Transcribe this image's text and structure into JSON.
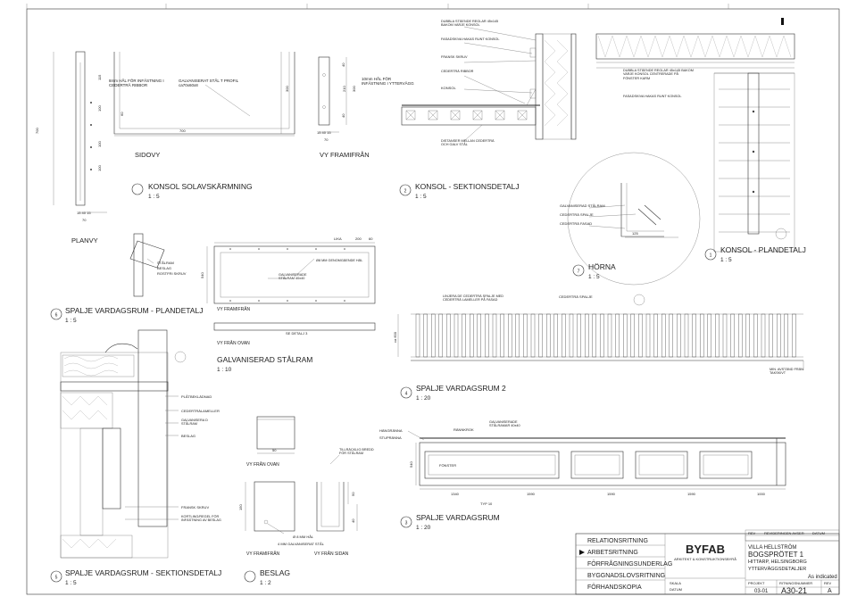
{
  "konsol": {
    "num": "2",
    "section_title": "KONSOL - SEKTIONSDETALJ",
    "section_scale": "1 : 5",
    "sol_title": "KONSOL SOLAVSKÄRMNING",
    "sol_scale": "1 : 5",
    "sidovy": "SIDOVY",
    "framifran": "VY FRAMIFRÅN",
    "planvy": "PLANVY",
    "notes": {
      "hal8": "8mm HÅL FÖR INFÄSTNING I CEDERTRÄ RIBBOR",
      "galv": "GALVANISERAT STÅL T PROFIL ca70x60x8",
      "hal10": "10mm HÅL FÖR INFÄSTNING I YTTERVÄGG",
      "dubbla": "DUBBLA STÅENDE REGLAR 45x145 BAKOM VARJE KONSOL",
      "fasad": "FASADSKIVA HAKAS RUNT KONSOL",
      "fransk": "FRANSK SKRUV",
      "cedertra": "CEDERTRÄ RIBBOR",
      "konsol": "KONSOL",
      "distanser": "DISTANSER MELLAN CEDERTRÄ OCH GALV STÅL"
    },
    "dims": {
      "d700": "700",
      "d300": "300",
      "d210": "210",
      "d70": "70",
      "d15": "15 40 15",
      "d100": "100",
      "d115": "115",
      "d60": "60",
      "d40": "40"
    }
  },
  "plandetalj": {
    "num": "1",
    "title": "KONSOL - PLANDETALJ",
    "scale": "1 : 5",
    "notes": {
      "dubbla": "DUBBLA STÅENDE REGLAR 45x145 BAKOM VARJE KONSOL CENTRERADE PÅ FÖNSTER KARM",
      "fasad": "FASADSKIVA HAKAS RUNT KONSOL"
    }
  },
  "horna": {
    "num": "7",
    "title": "HÖRNA",
    "scale": "1 : 5",
    "notes": {
      "galv": "GALVANISERAD STÅLRAM",
      "spalje": "CEDERTRÄ SPALJE",
      "fasad": "CEDERTRÄ FASAD"
    },
    "dim": "125"
  },
  "spalje_plan": {
    "num": "6",
    "title": "SPALJE VARDAGSRUM - PLANDETALJ",
    "scale": "1 : 5",
    "notes": {
      "stalram": "STÅLRAM",
      "beslag": "BESLAG",
      "rostfri": "ROSTFRI SKRUV"
    }
  },
  "galv_stalram": {
    "title": "GALVANISERAD STÅLRAM",
    "scale": "1 : 10",
    "framifran": "VY FRAMIFRÅN",
    "ovan": "VY FRÅN OVAN",
    "detalj": "SE DETALJ 3",
    "lika": "LIKA",
    "d200": "200",
    "d60": "60",
    "d540": "540",
    "note_galv": "GALVANISERADE STÅLRAM 40x40",
    "note_hal": "Ø8 MM GENOMGÅENDE HÅL"
  },
  "spalje2": {
    "num": "4",
    "title": "SPALJE VARDAGSRUM 2",
    "scale": "1 : 20",
    "note": "LINJERA DE CEDERTRÄ SPALJE MED CEDERTRÄ LAMELLER PÅ FASAD",
    "spalje": "CEDERTRÄ SPALJE",
    "min": "MIN. AVSTÅND FRÅN TAKSKIVT",
    "d600": "ca 600"
  },
  "spalje3": {
    "num": "3",
    "title": "SPALJE VARDAGSRUM",
    "scale": "1 : 20",
    "hangranna": "HÄNGRÄNNA",
    "stupranna": "STUPRÄNNA",
    "ranne": "RÄNNKROK",
    "galv": "GALVANISERADE STÅLRAMAR 40x40",
    "fonster": "FÖNSTER",
    "dims": [
      "1340",
      "1590",
      "1590",
      "1590",
      "1000"
    ],
    "typ": "TYP 10",
    "d540": "540"
  },
  "sektion": {
    "num": "5",
    "title": "SPALJE VARDAGSRUM - SEKTIONSDETALJ",
    "scale": "1 : 5",
    "notes": [
      "PLÅTBEKLÄDNAD",
      "CEDERTRÄLAMELLER",
      "GALVANISERA D STÅLRAM",
      "BESLAG",
      "FRANSK SKRUV",
      "KORTLING/REGEL FÖR INFÄSTNING AV BESLAG"
    ]
  },
  "beslag": {
    "title": "BESLAG",
    "scale": "1 : 2",
    "ovan": "VY FRÅN OVAN",
    "framifran": "VY FRAMIFRÅN",
    "sidan": "VY FRÅN SIDAN",
    "note1": "TILLRÄCKLIG BREDD FÖR STÅLRAM",
    "note2": "Ø 8 MM HÅL",
    "note3": "4 MM GALVANISERAT STÅL",
    "d50": "50",
    "d150": "150",
    "d40": "40"
  },
  "titleblock": {
    "rows": [
      "RELATIONSRITNING",
      "ARBETSRITNING",
      "FÖRFRÅGNINGSUNDERLAG",
      "BYGGNADSLOVSRITNING",
      "FÖRHANDSKOPIA"
    ],
    "company": "BYFAB",
    "company_sub": "ARKITEKT & KONSTRUKTIONSBYRÅ",
    "villa": "VILLA HELLSTRÖM",
    "project": "BOGSPRÖTET 1",
    "place": "HITTARP, HELSINGBORG",
    "drawing": "YTTERVÄGGSDETALJER",
    "scale": "As indicated",
    "sheet": "A30-21",
    "rev": "A",
    "num": "03-01",
    "rev_label": "REV",
    "rev_text": "REVIDERINGEN AVSER",
    "datum": "DATUM",
    "projekt": "PROJEKT",
    "ritningsnummer": "RITNINGSNUMMER",
    "skala": "SKALA"
  }
}
